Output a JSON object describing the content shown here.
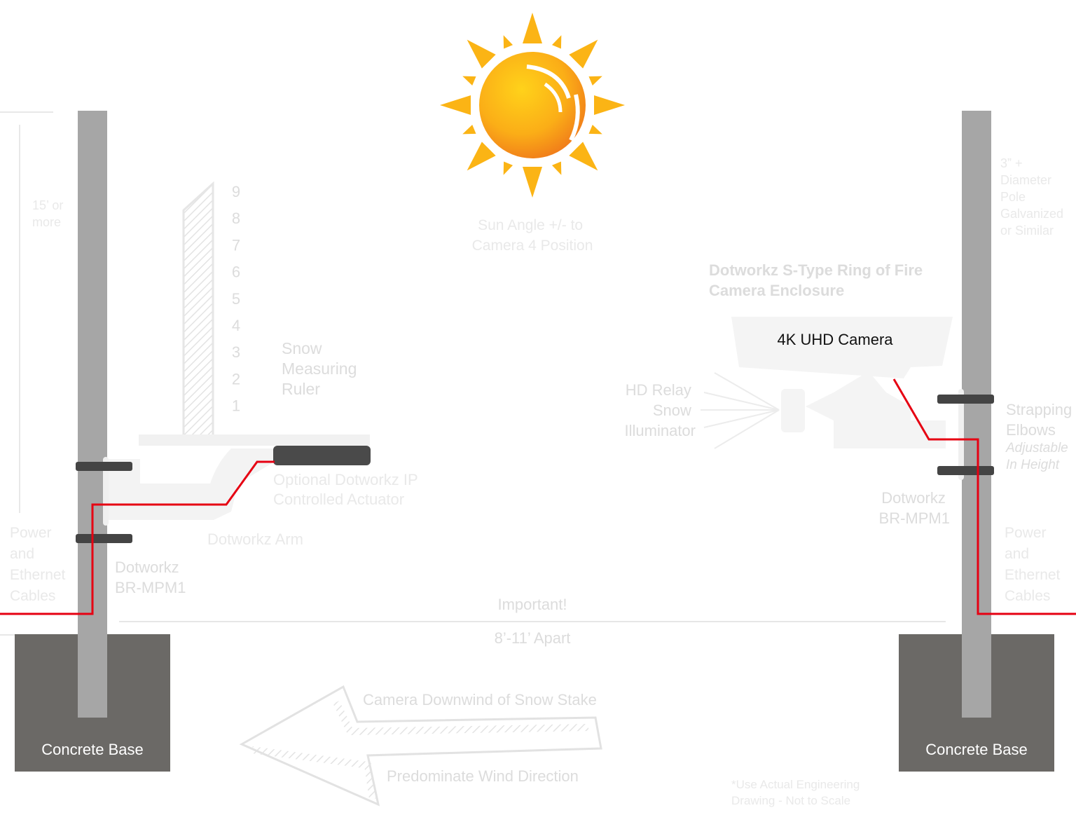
{
  "labels": {
    "pole_height": [
      "15’ or",
      "more"
    ],
    "sun_angle": [
      "Sun Angle +/- to",
      "Camera 4 Position"
    ],
    "enclosure": [
      "Dotworkz S-Type Ring of Fire",
      "Camera Enclosure"
    ],
    "camera": "4K UHD Camera",
    "pole_spec": [
      "3” +",
      "Diameter",
      "Pole",
      "Galvanized",
      "or Similar"
    ],
    "ruler": [
      "Snow",
      "Measuring",
      "Ruler"
    ],
    "illuminator": [
      "HD Relay",
      "Snow",
      "Illuminator"
    ],
    "strapping": [
      "Strapping",
      "Elbows",
      "Adjustable",
      "In Height"
    ],
    "actuator": [
      "Optional Dotworkz IP",
      "Controlled Actuator"
    ],
    "arm": "Dotworkz Arm",
    "bracket_left": [
      "Dotworkz",
      "BR-MPM1"
    ],
    "bracket_right": [
      "Dotworkz",
      "BR-MPM1"
    ],
    "power_left": [
      "Power",
      "and",
      "Ethernet",
      "Cables"
    ],
    "power_right": [
      "Power",
      "and",
      "Ethernet",
      "Cables"
    ],
    "important": "Important!",
    "distance": "8’-11’ Apart",
    "wind_top": "Camera Downwind of Snow Stake",
    "wind_bottom": "Predominate Wind Direction",
    "note": [
      "*Use Actual Engineering",
      "Drawing - Not to Scale"
    ],
    "base_left": "Concrete Base",
    "base_right": "Concrete Base"
  },
  "ruler_numbers": [
    "9",
    "8",
    "7",
    "6",
    "5",
    "4",
    "3",
    "2",
    "1"
  ],
  "colors": {
    "pole": "#a6a6a6",
    "base": "#6b6966",
    "strap": "#444444",
    "cable": "#e60012",
    "sun_inner": "#f7a21b",
    "sun_outer": "#fbb415",
    "faint": "#e9e9e9"
  },
  "icons": [
    "sun-icon",
    "wind-arrow-icon"
  ]
}
